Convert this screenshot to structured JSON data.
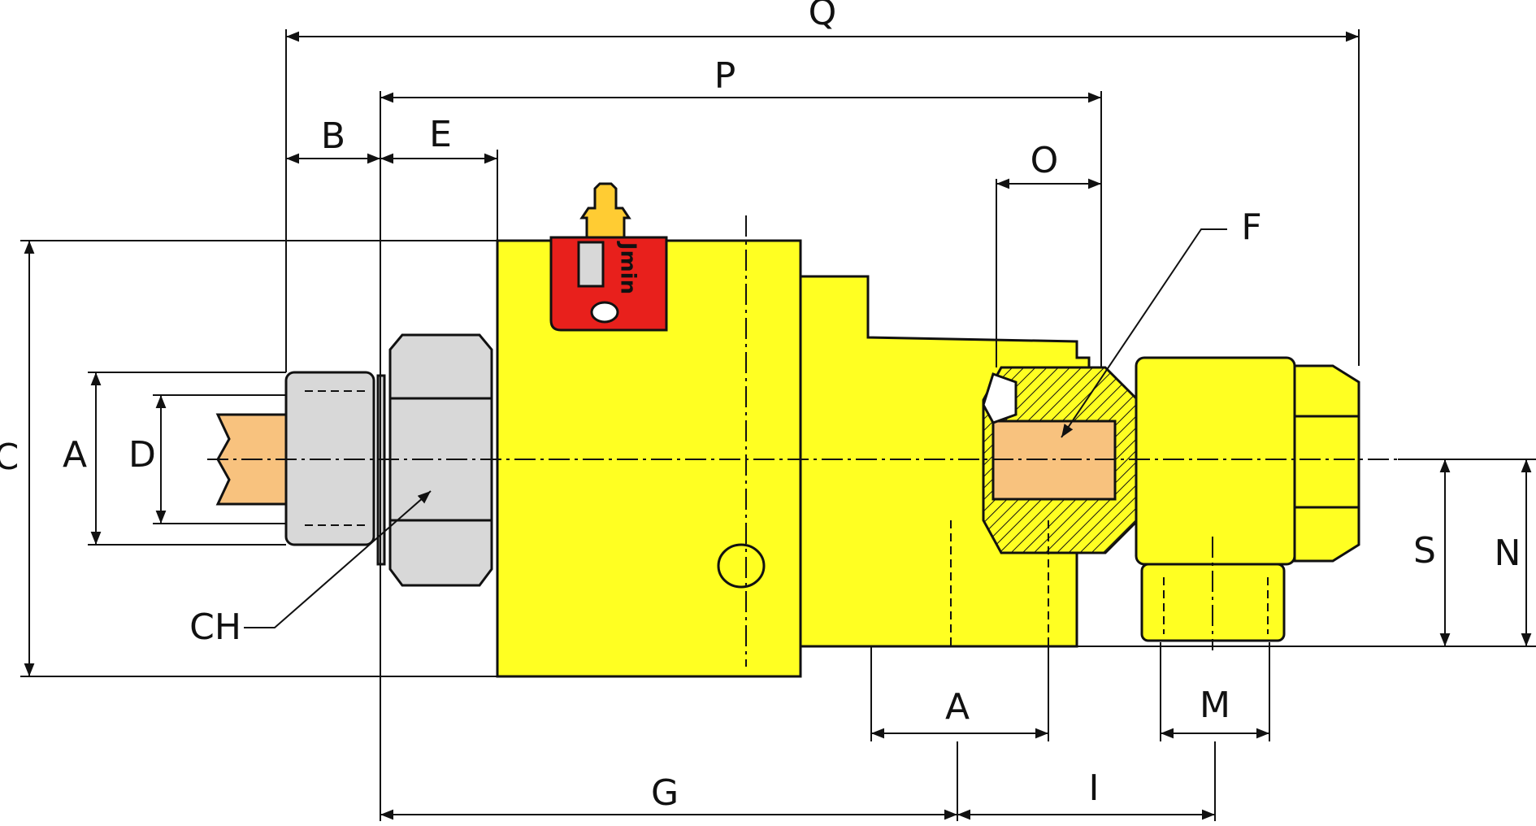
{
  "labels": {
    "Q": "Q",
    "P": "P",
    "B": "B",
    "E": "E",
    "O": "O",
    "F": "F",
    "C": "C",
    "A_left": "A",
    "D": "D",
    "CH": "CH",
    "S": "S",
    "N": "N",
    "A_bottom": "A",
    "M": "M",
    "G": "G",
    "I": "I"
  },
  "badge": {
    "text": "Jmin"
  },
  "colors": {
    "body": "#FFFF22",
    "nut": "#D8D8D8",
    "shaft": "#F8C27E",
    "tag": "#E8201C",
    "outline": "#111111"
  }
}
